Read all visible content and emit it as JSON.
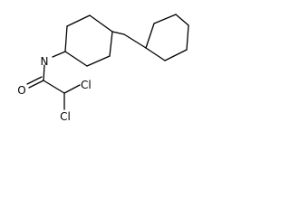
{
  "molecule": {
    "atoms": {
      "nitrogen": "N",
      "oxygen": "O",
      "chlorine_upper": "Cl",
      "chlorine_lower": "Cl"
    },
    "colors": {
      "background": "#ffffff",
      "bond": "#000000",
      "label": "#000000"
    }
  }
}
